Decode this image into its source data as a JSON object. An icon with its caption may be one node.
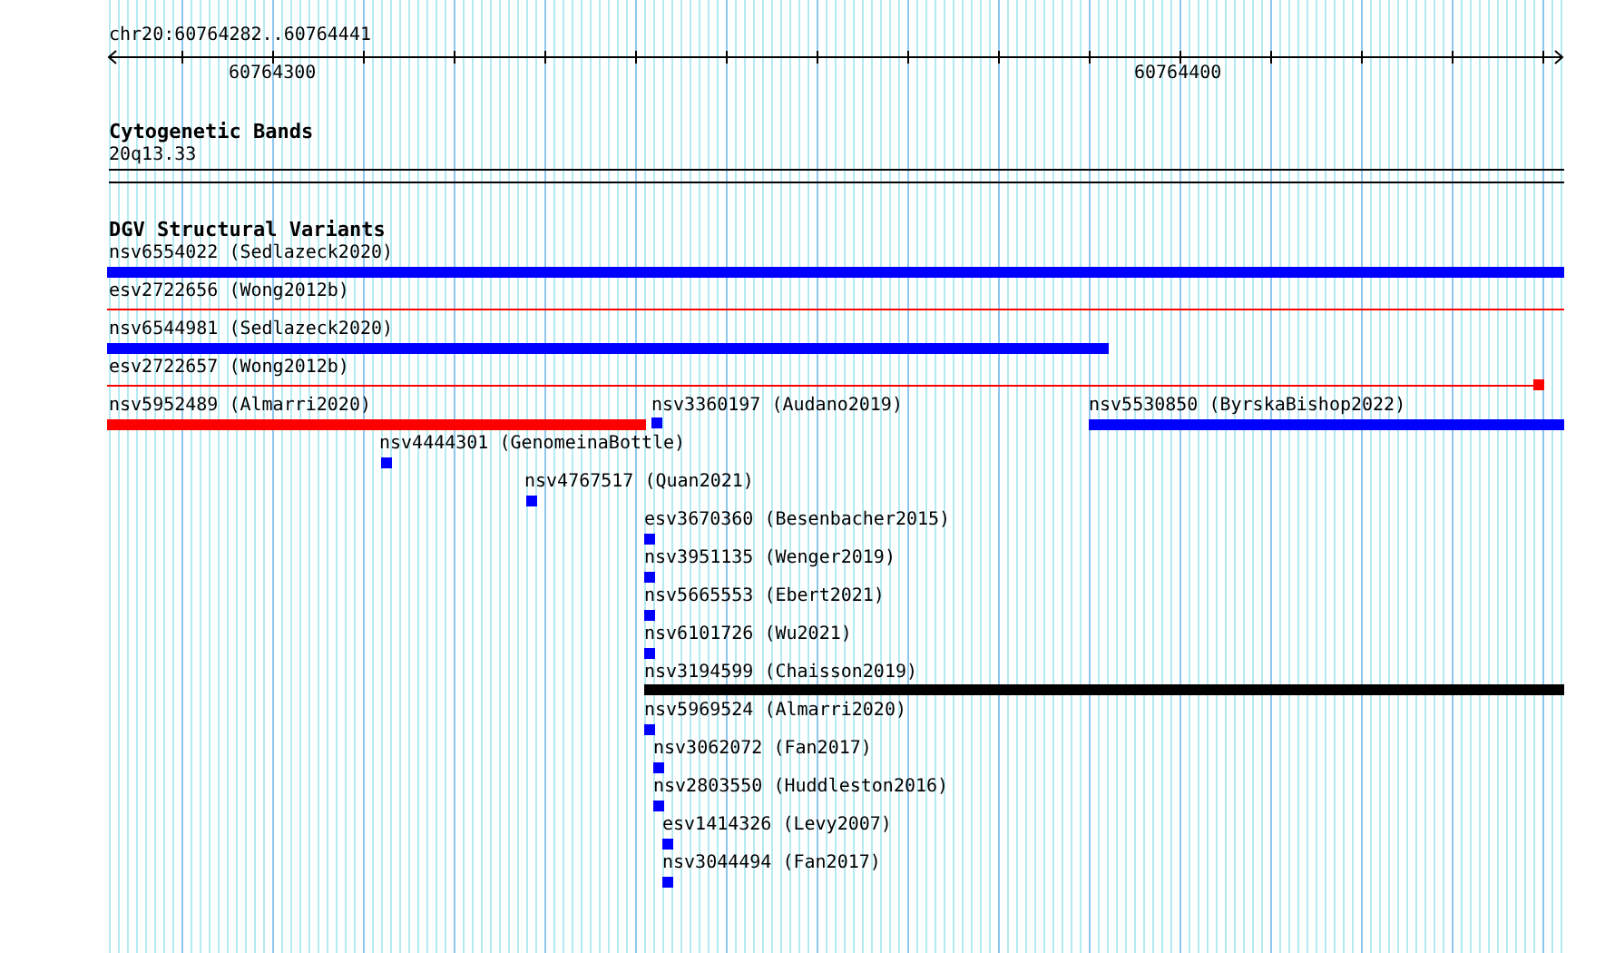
{
  "diagram": {
    "title": "chr20:60764282..60764441",
    "nodes": [
      {
        "text": [
          "nsv6554022 (Sedlazeck2020)"
        ]
      },
      {
        "text": [
          "esv2722656 (Wong2012b)"
        ]
      },
      {
        "text": [
          "nsv6544981 (Sedlazeck2020)"
        ]
      },
      {
        "text": [
          "esv2722657 (Wong2012b)"
        ]
      },
      {
        "text": [
          "nsv5952489 (Almarri2020)"
        ]
      },
      {
        "text": [
          "nsv3360197 (Audano2019)"
        ]
      },
      {
        "text": [
          "nsv5530850 (ByrskaBishop2022)"
        ]
      },
      {
        "text": [
          "nsv4444301 (GenomeinaBottle)"
        ]
      },
      {
        "text": [
          "nsv4767517 (Quan2021)"
        ]
      },
      {
        "text": [
          "esv3670360 (Besenbacher2015)"
        ]
      },
      {
        "text": [
          "nsv3951135 (Wenger2019)"
        ]
      },
      {
        "text": [
          "nsv5665553 (Ebert2021)"
        ]
      },
      {
        "text": [
          "nsv6101726 (Wu2021)"
        ]
      },
      {
        "text": [
          "nsv3194599 (Chaisson2019)"
        ]
      },
      {
        "text": [
          "nsv5969524 (Almarri2020)"
        ]
      },
      {
        "text": [
          "nsv3062072 (Fan2017)"
        ]
      },
      {
        "text": [
          "nsv2803550 (Huddleston2016)"
        ]
      },
      {
        "text": [
          "esv1414326 (Levy2007)"
        ]
      },
      {
        "text": [
          "nsv3044494 (Fan2017)"
        ]
      }
    ],
    "labels": [
      "60764300",
      "60764400",
      "Cytogenetic Bands",
      "20q13.33",
      "DGV Structural Variants"
    ]
  }
}
